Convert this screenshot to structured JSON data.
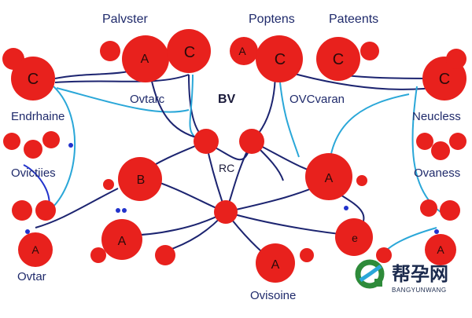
{
  "labels": {
    "top_left": "Palvster",
    "top_center": "Poptens",
    "top_right": "Pateents",
    "center_bv": "BV",
    "center_rc": "RC",
    "ovtarc": "Ovtarc",
    "ovcvaran": "OVCvaran",
    "endrhaine": "Endrhaine",
    "neucless": "Neucless",
    "ovictiies": "Ovictiies",
    "ovaness": "Ovaness",
    "ovtar": "Ovtar",
    "ovisoine": "Ovisoine"
  },
  "nodes": {
    "a": "A",
    "c": "C",
    "b": "B",
    "e": "e"
  },
  "watermark": {
    "main": "帮孕网",
    "sub": "BANGYUNWANG"
  },
  "colors": {
    "node_red": "#e8211d",
    "line_navy": "#1c2470",
    "line_cyan": "#2aa7d8",
    "line_blue": "#2233cc"
  }
}
